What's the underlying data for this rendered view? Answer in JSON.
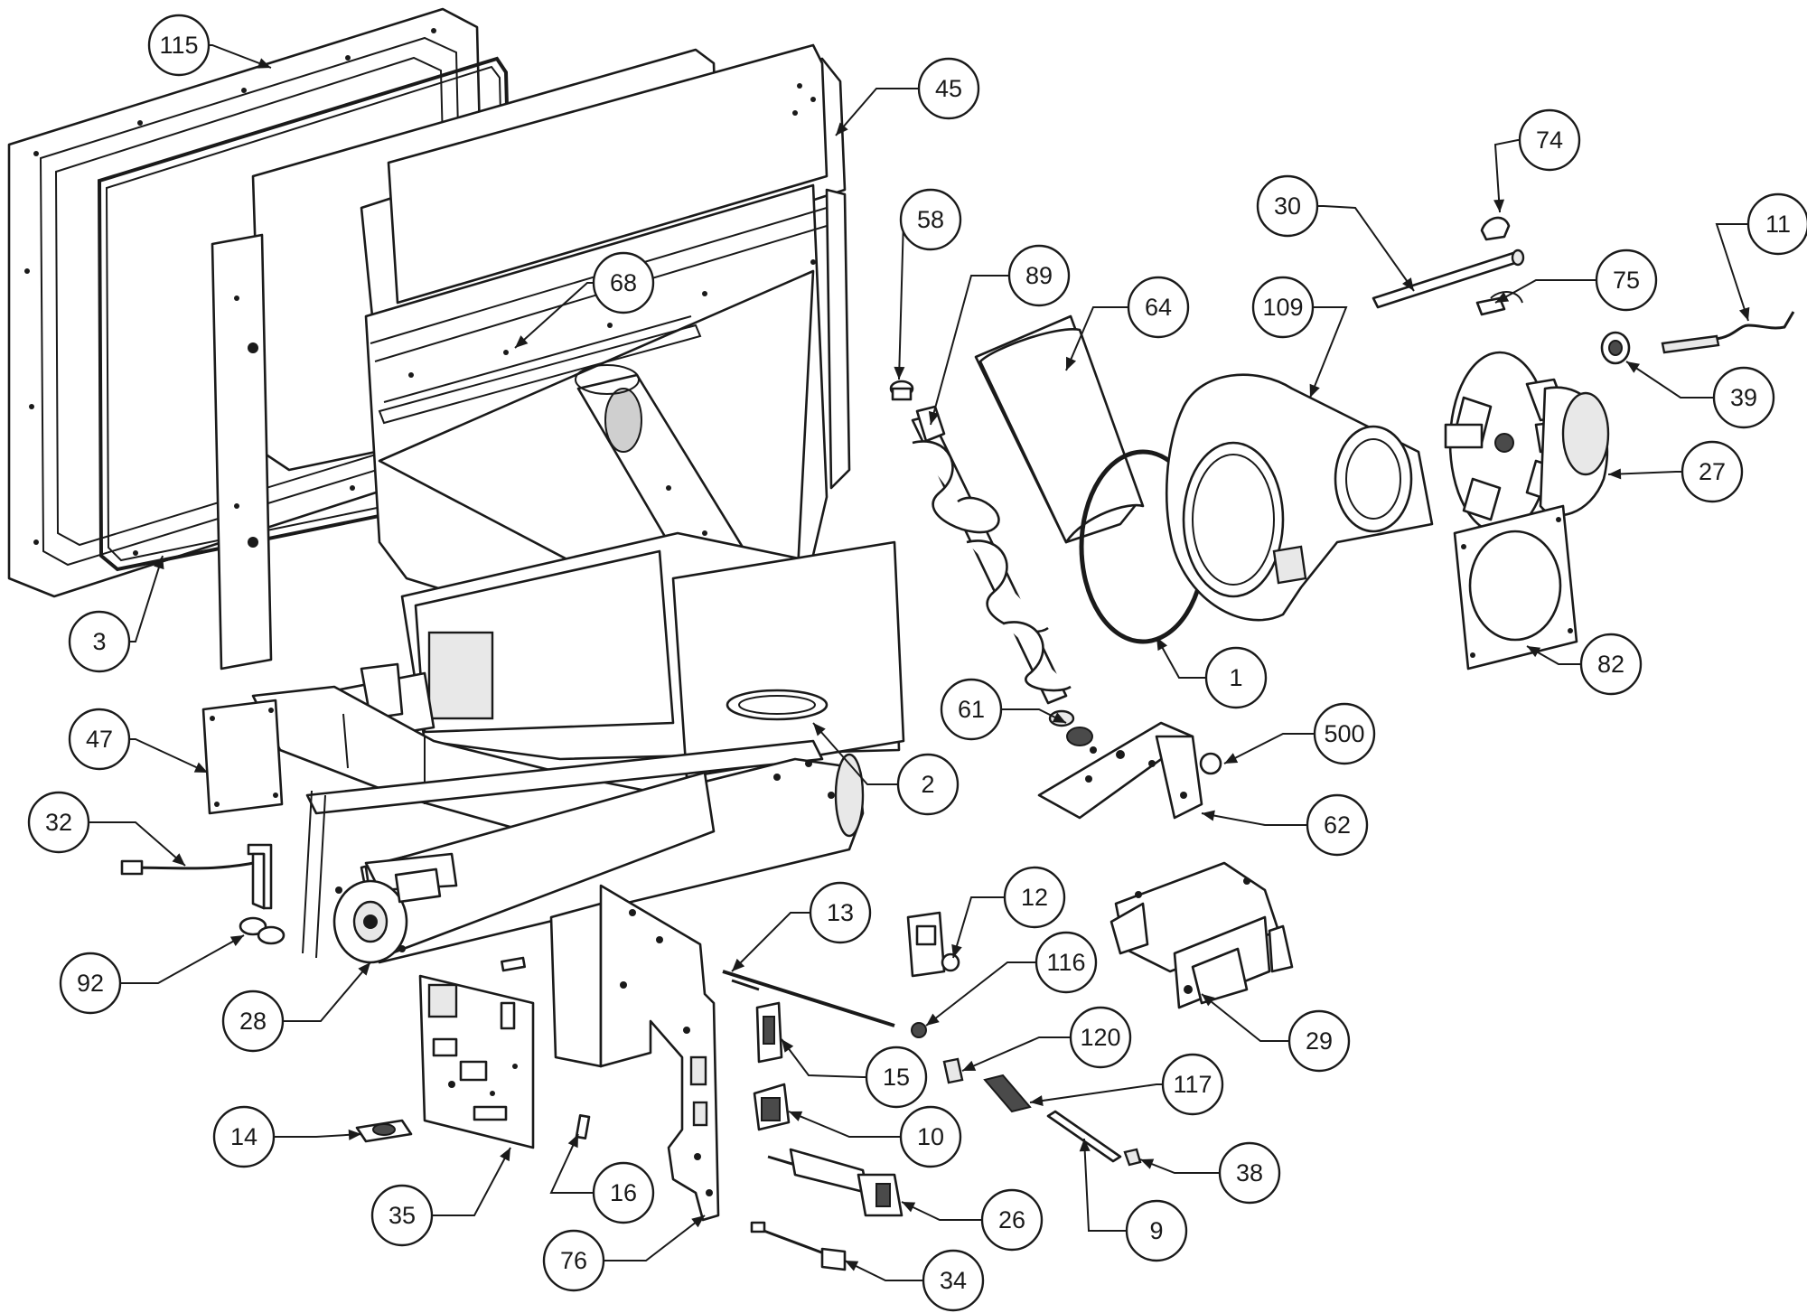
{
  "diagram": {
    "callouts": [
      {
        "id": "c115",
        "label": "115",
        "part": "gasket-frame"
      },
      {
        "id": "c45",
        "label": "45",
        "part": "hopper-back-panel"
      },
      {
        "id": "c74",
        "label": "74",
        "part": "clip"
      },
      {
        "id": "c30",
        "label": "30",
        "part": "rod"
      },
      {
        "id": "c75",
        "label": "75",
        "part": "bracket-clip"
      },
      {
        "id": "c11",
        "label": "11",
        "part": "wire-handle"
      },
      {
        "id": "c58",
        "label": "58",
        "part": "bushing"
      },
      {
        "id": "c89",
        "label": "89",
        "part": "auger"
      },
      {
        "id": "c64",
        "label": "64",
        "part": "auger-cover"
      },
      {
        "id": "c109",
        "label": "109",
        "part": "combustion-blower-housing"
      },
      {
        "id": "c39",
        "label": "39",
        "part": "grommet"
      },
      {
        "id": "c68",
        "label": "68",
        "part": "hopper-bracket"
      },
      {
        "id": "c27",
        "label": "27",
        "part": "combustion-blower-motor"
      },
      {
        "id": "c3",
        "label": "3",
        "part": "door-gasket-rope"
      },
      {
        "id": "c1",
        "label": "1",
        "part": "blower-gasket"
      },
      {
        "id": "c82",
        "label": "82",
        "part": "motor-gasket-plate"
      },
      {
        "id": "c61",
        "label": "61",
        "part": "auger-bearing"
      },
      {
        "id": "c500",
        "label": "500",
        "part": "ball"
      },
      {
        "id": "c47",
        "label": "47",
        "part": "access-cover"
      },
      {
        "id": "c2",
        "label": "2",
        "part": "pipe-gasket"
      },
      {
        "id": "c62",
        "label": "62",
        "part": "motor-mount-plate"
      },
      {
        "id": "c32",
        "label": "32",
        "part": "sensor-lead"
      },
      {
        "id": "c13",
        "label": "13",
        "part": "igniter-rod"
      },
      {
        "id": "c12",
        "label": "12",
        "part": "switch-block"
      },
      {
        "id": "c116",
        "label": "116",
        "part": "nut"
      },
      {
        "id": "c92",
        "label": "92",
        "part": "rubber-feet"
      },
      {
        "id": "c28",
        "label": "28",
        "part": "convection-blower"
      },
      {
        "id": "c29",
        "label": "29",
        "part": "auger-gear-motor"
      },
      {
        "id": "c120",
        "label": "120",
        "part": "fitting"
      },
      {
        "id": "c15",
        "label": "15",
        "part": "toggle-switch"
      },
      {
        "id": "c117",
        "label": "117",
        "part": "spring"
      },
      {
        "id": "c14",
        "label": "14",
        "part": "thermal-disc"
      },
      {
        "id": "c10",
        "label": "10",
        "part": "rocker-switch"
      },
      {
        "id": "c38",
        "label": "38",
        "part": "cap-screw"
      },
      {
        "id": "c16",
        "label": "16",
        "part": "standoff"
      },
      {
        "id": "c26",
        "label": "26",
        "part": "igniter"
      },
      {
        "id": "c35",
        "label": "35",
        "part": "control-board"
      },
      {
        "id": "c9",
        "label": "9",
        "part": "pin"
      },
      {
        "id": "c76",
        "label": "76",
        "part": "control-bracket"
      },
      {
        "id": "c34",
        "label": "34",
        "part": "harness"
      }
    ]
  }
}
